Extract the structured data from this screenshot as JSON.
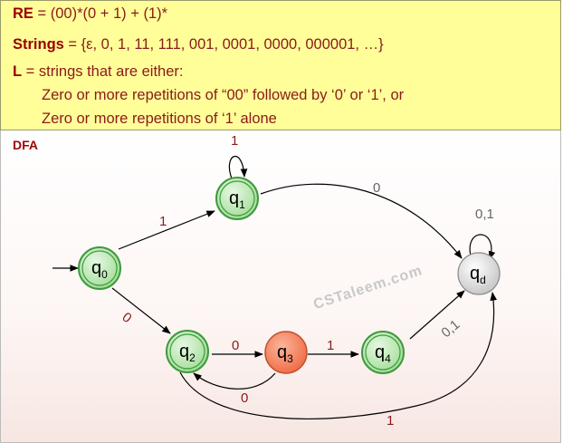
{
  "info": {
    "re_label": "RE",
    "re_value": " = (00)*(0 + 1) + (1)*",
    "strings_label": "Strings",
    "strings_value": " =  {ε,  0, 1, 11, 111, 001, 0001, 0000, 000001, …}",
    "l_label": "L",
    "l_value": " = strings that are either:",
    "case1": "Zero or more repetitions of “00” followed by ‘0’ or ‘1’, or",
    "case2": "Zero or more repetitions of ‘1’ alone"
  },
  "dfa": {
    "title": "DFA",
    "watermark": "CSTaleem.com",
    "states": [
      {
        "id": "q0",
        "base": "q",
        "sub": "0",
        "accepting": true,
        "color": "#b8e6b0"
      },
      {
        "id": "q1",
        "base": "q",
        "sub": "1",
        "accepting": true,
        "color": "#b8e6b0"
      },
      {
        "id": "q2",
        "base": "q",
        "sub": "2",
        "accepting": true,
        "color": "#b8e6b0"
      },
      {
        "id": "q3",
        "base": "q",
        "sub": "3",
        "accepting": false,
        "color": "#f4835f"
      },
      {
        "id": "q4",
        "base": "q",
        "sub": "4",
        "accepting": true,
        "color": "#b8e6b0"
      },
      {
        "id": "qd",
        "base": "q",
        "sub": "d",
        "accepting": false,
        "color": "#d9d9d9"
      }
    ],
    "transitions": [
      {
        "from": "q1",
        "to": "q1",
        "label": "1"
      },
      {
        "from": "q0",
        "to": "q1",
        "label": "1"
      },
      {
        "from": "q1",
        "to": "qd",
        "label": "0"
      },
      {
        "from": "qd",
        "to": "qd",
        "label": "0,1"
      },
      {
        "from": "q0",
        "to": "q2",
        "label": "0"
      },
      {
        "from": "q2",
        "to": "q3",
        "label": "0"
      },
      {
        "from": "q3",
        "to": "q4",
        "label": "1"
      },
      {
        "from": "q3",
        "to": "q2",
        "label": "0"
      },
      {
        "from": "q4",
        "to": "qd",
        "label": "0,1"
      },
      {
        "from": "q2",
        "to": "qd",
        "label": "1"
      }
    ]
  }
}
